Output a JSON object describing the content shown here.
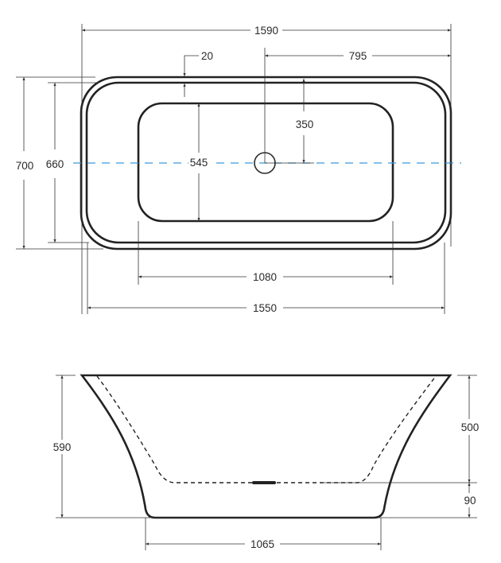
{
  "top_view": {
    "overall_length": "1590",
    "drain_offset": "795",
    "rim_width": "20",
    "drain_to_edge": "350",
    "basin_width": "545",
    "overall_width": "700",
    "inner_width": "660",
    "basin_length": "1080",
    "inner_length": "1550",
    "centerline_color": "#3a9ad9"
  },
  "side_view": {
    "overall_height": "590",
    "depth": "500",
    "bottom_to_floor": "90",
    "base_length": "1065"
  }
}
